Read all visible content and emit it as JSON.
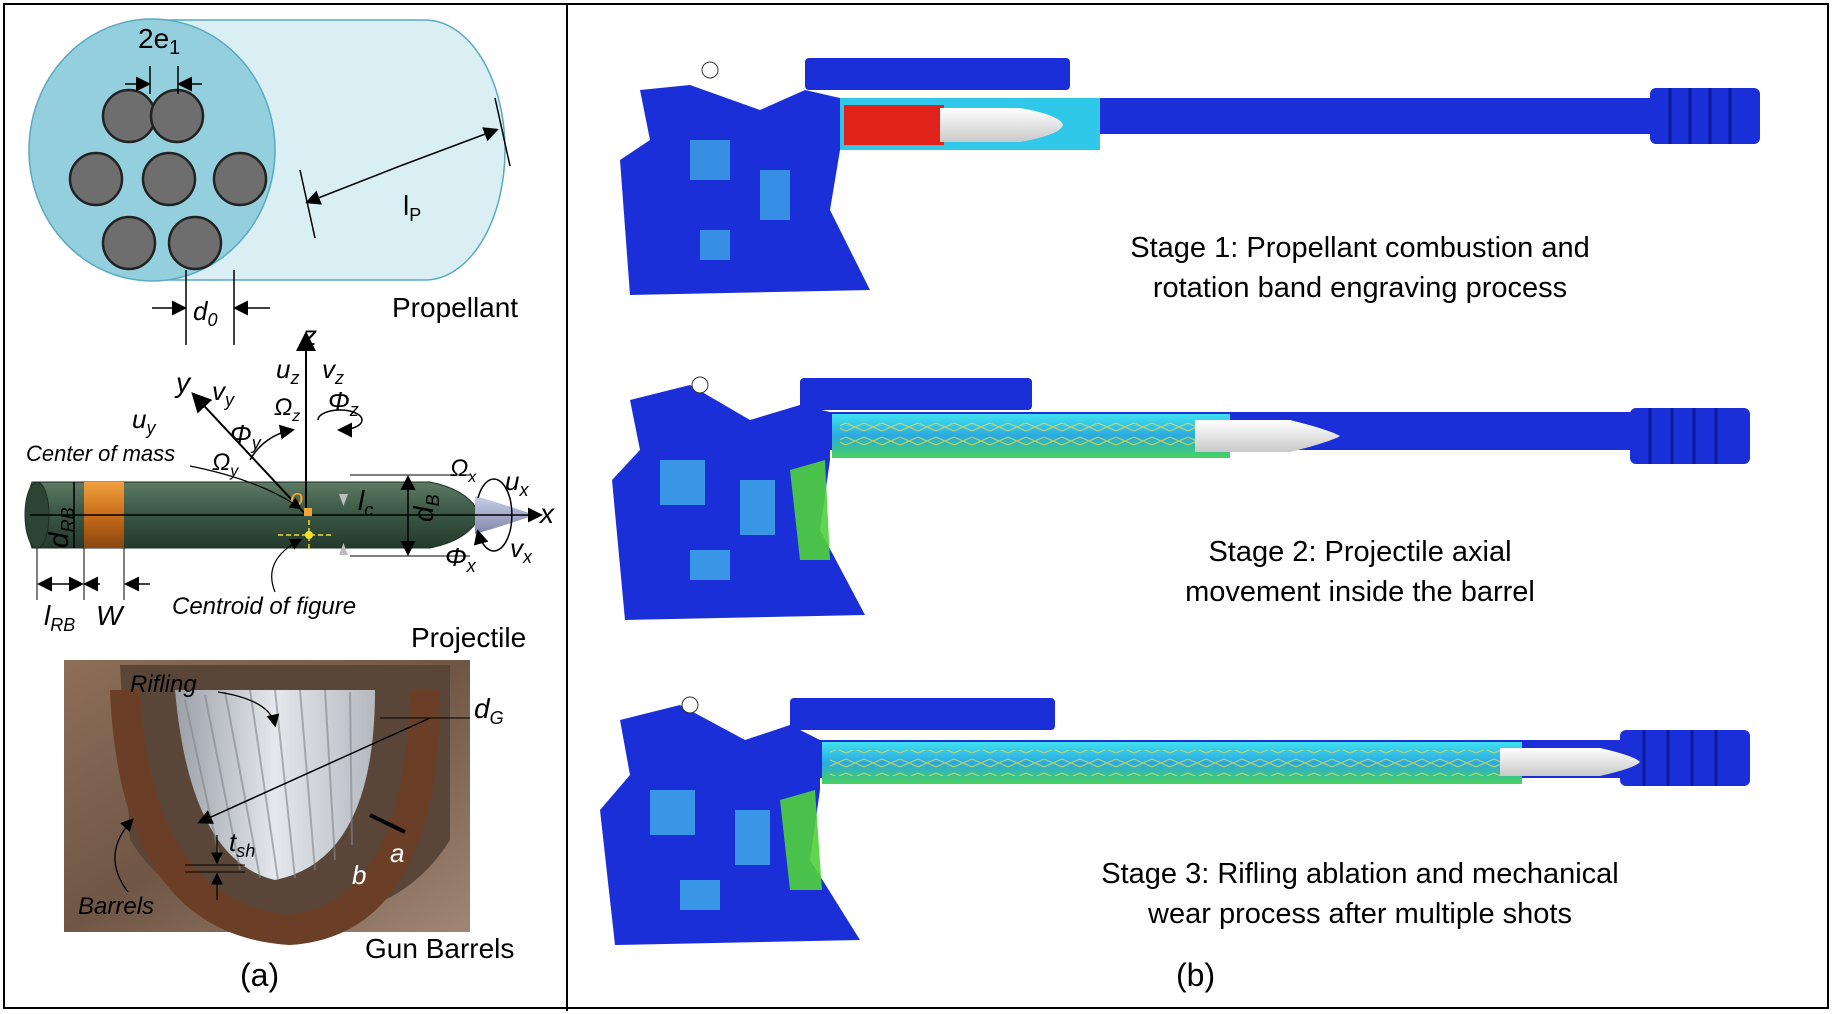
{
  "panel_a": {
    "caption": "(a)",
    "propellant": {
      "title": "Propellant",
      "dim_2e": "2e",
      "dim_2e_sub": "1",
      "dim_lp": "l",
      "dim_lp_sub": "P",
      "dim_d0": "d",
      "dim_d0_sub": "0"
    },
    "projectile": {
      "title": "Projectile",
      "axis_x": "x",
      "axis_y": "y",
      "axis_z": "z",
      "uz": "u",
      "uz_sub": "z",
      "vz": "v",
      "vz_sub": "z",
      "vy": "v",
      "vy_sub": "y",
      "uy": "u",
      "uy_sub": "y",
      "omega_z": "Ω",
      "omega_z_sub": "z",
      "phi_z": "Φ",
      "phi_z_sub": "z",
      "phi_y": "Φ",
      "phi_y_sub": "y",
      "omega_y": "Ω",
      "omega_y_sub": "y",
      "omega_x": "Ω",
      "omega_x_sub": "x",
      "ux": "u",
      "ux_sub": "x",
      "vx": "v",
      "vx_sub": "x",
      "phi_x": "Φ",
      "phi_x_sub": "x",
      "origin": "o",
      "lc": "l",
      "lc_sub": "c",
      "dB": "d",
      "dB_sub": "B",
      "dRB": "d",
      "dRB_sub": "RB",
      "lRB": "l",
      "lRB_sub": "RB",
      "W": "W",
      "center_of_mass": "Center of mass",
      "centroid": "Centroid of figure"
    },
    "barrels": {
      "title": "Gun Barrels",
      "rifling": "Rifling",
      "barrels_label": "Barrels",
      "dG": "d",
      "dG_sub": "G",
      "tsh": "t",
      "tsh_sub": "sh",
      "a": "a",
      "b": "b"
    }
  },
  "panel_b": {
    "caption": "(b)",
    "stages": [
      {
        "line1": "Stage 1: Propellant combustion and",
        "line2": "rotation band engraving process"
      },
      {
        "line1": "Stage 2: Projectile axial",
        "line2": "movement inside the barrel"
      },
      {
        "line1": "Stage 3: Rifling ablation and mechanical",
        "line2": "wear process after multiple shots"
      }
    ]
  },
  "colors": {
    "propellant_face": "#93cfdc",
    "propellant_body": "#d9eff4",
    "hole": "#6e6e6e",
    "projectile_body": "#3d5a47",
    "rotating_band": "#d07c22",
    "fea_blue": "#1a2fd8",
    "fea_cyan": "#39c6e6",
    "fea_green": "#4fd23b",
    "fea_red": "#e0221a",
    "nose": "#dcdcdc"
  }
}
